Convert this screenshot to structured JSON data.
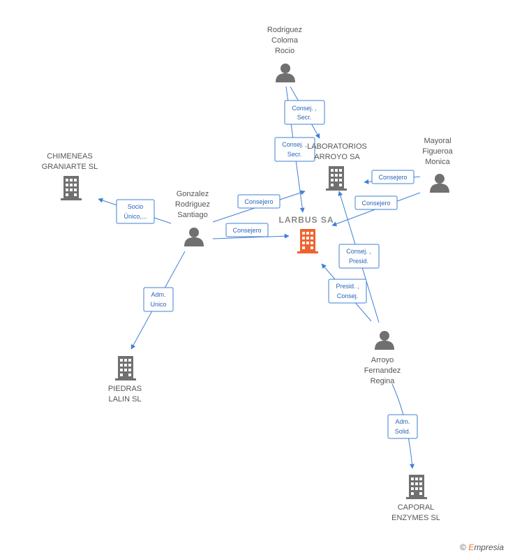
{
  "main_company": "LARBUS SA",
  "companies": [
    {
      "id": "chimeneas",
      "lines": [
        "CHIMENEAS",
        "GRANIARTE SL"
      ]
    },
    {
      "id": "laboratorios",
      "lines": [
        "LABORATORIOS",
        "ARROYO SA"
      ]
    },
    {
      "id": "piedras",
      "lines": [
        "PIEDRAS",
        "LALIN SL"
      ]
    },
    {
      "id": "caporal",
      "lines": [
        "CAPORAL",
        "ENZYMES SL"
      ]
    }
  ],
  "persons": [
    {
      "id": "rodriguez",
      "lines": [
        "Rodriguez",
        "Coloma",
        "Rocio"
      ]
    },
    {
      "id": "mayoral",
      "lines": [
        "Mayoral",
        "Figueroa",
        "Monica"
      ]
    },
    {
      "id": "gonzalez",
      "lines": [
        "Gonzalez",
        "Rodriguez",
        "Santiago"
      ]
    },
    {
      "id": "arroyo",
      "lines": [
        "Arroyo",
        "Fernandez",
        "Regina"
      ]
    }
  ],
  "relations": [
    {
      "id": "rod-lab",
      "lines": [
        "Consej. ,",
        "Secr."
      ]
    },
    {
      "id": "rod-larbus",
      "lines": [
        "Consej. ,",
        "Secr."
      ]
    },
    {
      "id": "may-lab",
      "lines": [
        "Consejero"
      ]
    },
    {
      "id": "may-larbus",
      "lines": [
        "Consejero"
      ]
    },
    {
      "id": "gon-lab",
      "lines": [
        "Consejero"
      ]
    },
    {
      "id": "gon-larbus",
      "lines": [
        "Consejero"
      ]
    },
    {
      "id": "gon-chim",
      "lines": [
        "Socio",
        "Único,..."
      ]
    },
    {
      "id": "gon-pied",
      "lines": [
        "Adm.",
        "Unico"
      ]
    },
    {
      "id": "arr-lab",
      "lines": [
        "Consej. ,",
        "Presid."
      ]
    },
    {
      "id": "arr-larbus",
      "lines": [
        "Presid. ,",
        "Consej."
      ]
    },
    {
      "id": "arr-cap",
      "lines": [
        "Adm.",
        "Solid."
      ]
    }
  ],
  "footer": {
    "copyright": "©",
    "brand_first": "E",
    "brand_rest": "mpresia"
  },
  "colors": {
    "edge": "#3f7fd6",
    "main_company": "#f0622d",
    "node": "#707070"
  }
}
